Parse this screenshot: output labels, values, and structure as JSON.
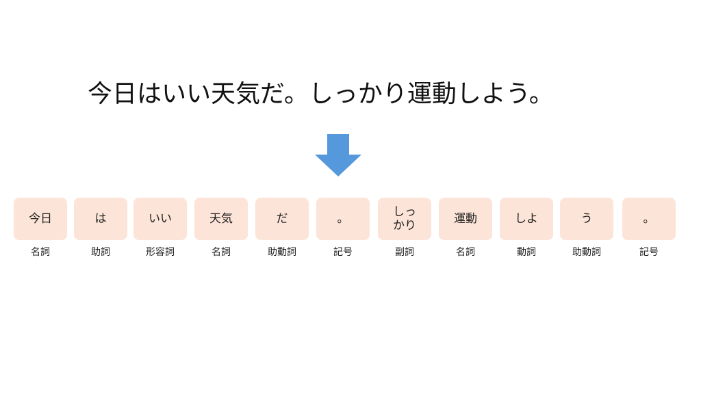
{
  "sentence": "今日はいい天気だ。しっかり運動しよう。",
  "arrow": {
    "icon": "down-arrow-icon",
    "color": "#5598dc"
  },
  "token_color": "#fce4d8",
  "tokens": [
    {
      "surface": "今日",
      "pos": "名詞"
    },
    {
      "surface": "は",
      "pos": "助詞"
    },
    {
      "surface": "いい",
      "pos": "形容詞"
    },
    {
      "surface": "天気",
      "pos": "名詞"
    },
    {
      "surface": "だ",
      "pos": "助動詞"
    },
    {
      "surface": "。",
      "pos": "記号"
    },
    {
      "surface": "しっ\nかり",
      "pos": "副詞"
    },
    {
      "surface": "運動",
      "pos": "名詞"
    },
    {
      "surface": "しよ",
      "pos": "動詞"
    },
    {
      "surface": "う",
      "pos": "助動詞"
    },
    {
      "surface": "。",
      "pos": "記号"
    }
  ]
}
